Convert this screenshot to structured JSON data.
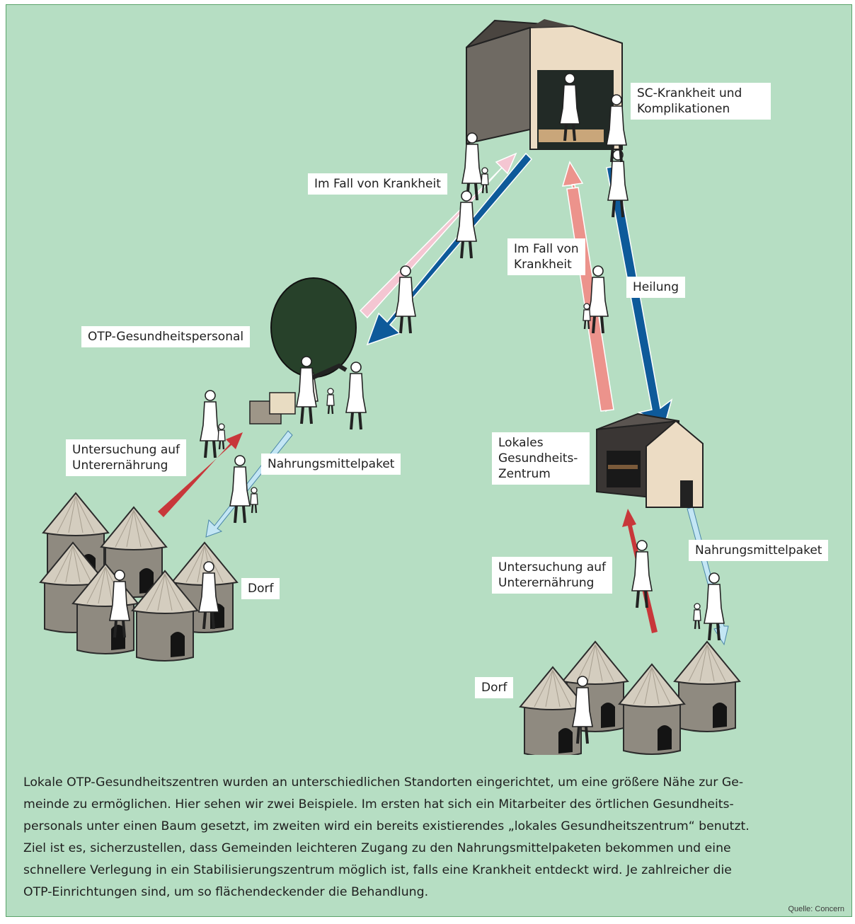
{
  "labels": {
    "sc_krankheit": "SC-Krankheit und\nKomplikationen",
    "im_fall_1": "Im Fall von Krankheit",
    "im_fall_2": "Im Fall von\nKrankheit",
    "heilung": "Heilung",
    "otp_personal": "OTP-Gesundheitspersonal",
    "untersuchung_1": "Untersuchung auf\nUnterernährung",
    "nahrung_1": "Nahrungsmittelpaket",
    "dorf_1": "Dorf",
    "lokales": "Lokales\nGesundheits-\nZentrum",
    "untersuchung_2": "Untersuchung auf\nUnterernährung",
    "nahrung_2": "Nahrungsmittelpaket",
    "dorf_2": "Dorf"
  },
  "caption": "Lokale OTP-Gesundheitszentren wurden an unterschiedlichen Standorten eingerichtet, um eine größere Nähe zur Ge-\nmeinde zu ermöglichen. Hier sehen wir zwei Beispiele. Im ersten hat sich ein Mitarbeiter des örtlichen  Gesundheits-\npersonals unter einen Baum gesetzt, im zweiten wird ein bereits existierendes „lokales Gesundheitszentrum“ benutzt.\nZiel ist es, sicherzustellen, dass Gemeinden leichteren Zugang zu den Nahrungsmittelpaketen bekommen und eine\nschnellere Verlegung in ein Stabilisierungszentrum möglich ist, falls eine Krankheit entdeckt wird. Je zahlreicher die\nOTP-Einrichtungen sind, um so flächendeckender die Behandlung.",
  "source": "Quelle: Concern",
  "colors": {
    "background": "#b6dec3",
    "border": "#5aa36a",
    "arrow_dark_blue": "#0e5a9a",
    "arrow_light_blue": "#c3e6f4",
    "arrow_pink": "#f4c6d2",
    "arrow_red": "#c8373a",
    "arrow_salmon": "#ec938c",
    "tree": "#27412a",
    "hut_roof": "#cfc7b8",
    "hut_wall": "#8f8a80"
  }
}
